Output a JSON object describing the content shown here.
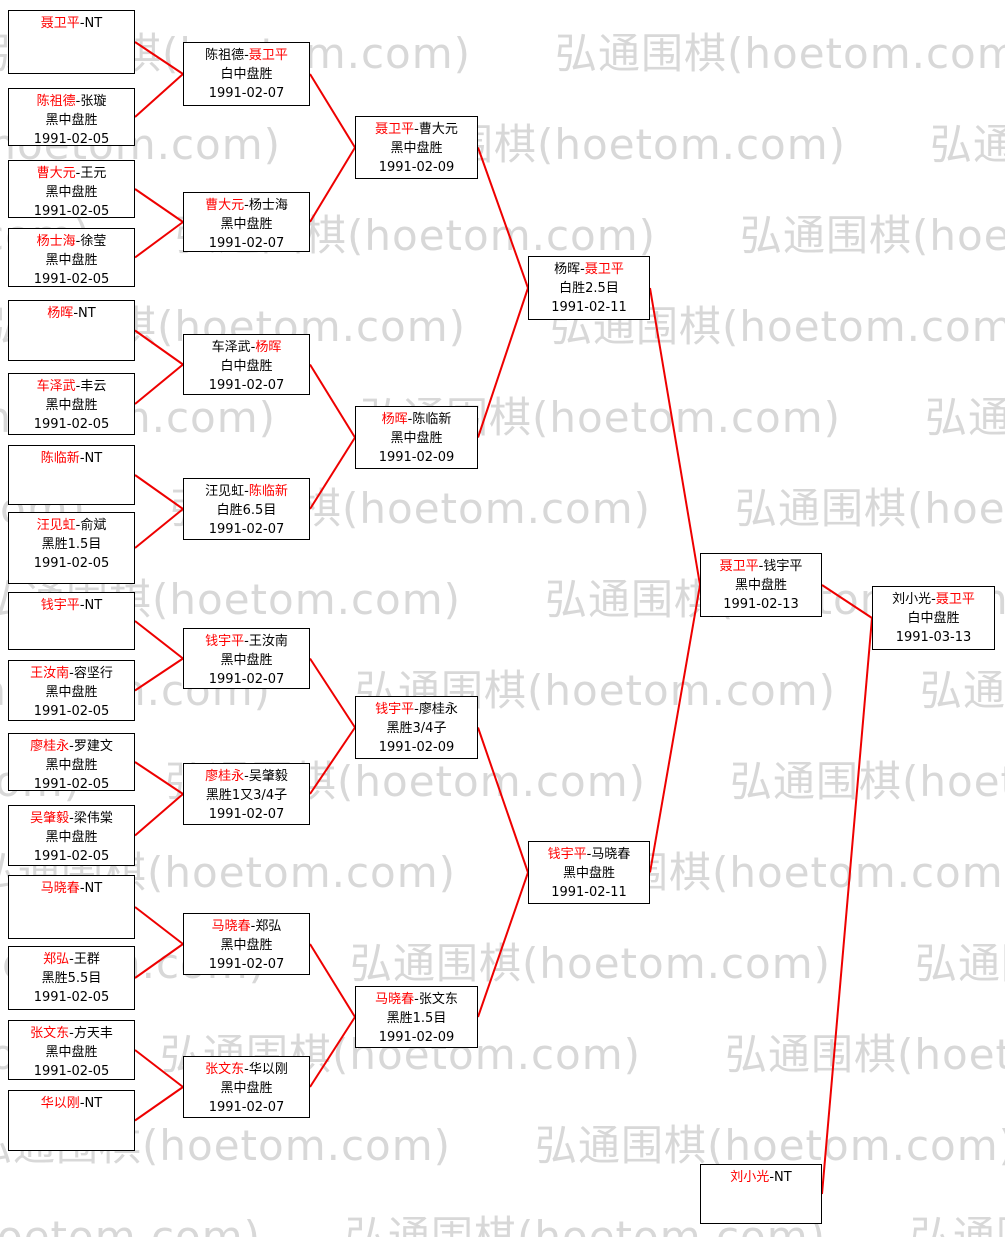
{
  "watermark": {
    "text": "弘通围棋(hoetom.com)"
  },
  "colors": {
    "winner_red": "#ff0000",
    "connector_red": "#ee0000",
    "watermark_gray": "#d8d8d8",
    "box_border": "#000000"
  },
  "bracket": {
    "sep": "-",
    "rounds": [
      {
        "matches": [
          {
            "p1": "聂卫平",
            "p2": "NT",
            "p1w": "1",
            "p2w": "0",
            "result": "",
            "date": ""
          },
          {
            "p1": "陈祖德",
            "p2": "张璇",
            "p1w": "1",
            "p2w": "0",
            "result": "黑中盘胜",
            "date": "1991-02-05"
          },
          {
            "p1": "曹大元",
            "p2": "王元",
            "p1w": "1",
            "p2w": "0",
            "result": "黑中盘胜",
            "date": "1991-02-05"
          },
          {
            "p1": "杨士海",
            "p2": "徐莹",
            "p1w": "1",
            "p2w": "0",
            "result": "黑中盘胜",
            "date": "1991-02-05"
          },
          {
            "p1": "杨晖",
            "p2": "NT",
            "p1w": "1",
            "p2w": "0",
            "result": "",
            "date": ""
          },
          {
            "p1": "车泽武",
            "p2": "丰云",
            "p1w": "1",
            "p2w": "0",
            "result": "黑中盘胜",
            "date": "1991-02-05"
          },
          {
            "p1": "陈临新",
            "p2": "NT",
            "p1w": "1",
            "p2w": "0",
            "result": "",
            "date": ""
          },
          {
            "p1": "汪见虹",
            "p2": "俞斌",
            "p1w": "1",
            "p2w": "0",
            "result": "黑胜1.5目",
            "date": "1991-02-05"
          },
          {
            "p1": "钱宇平",
            "p2": "NT",
            "p1w": "1",
            "p2w": "0",
            "result": "",
            "date": ""
          },
          {
            "p1": "王汝南",
            "p2": "容坚行",
            "p1w": "1",
            "p2w": "0",
            "result": "黑中盘胜",
            "date": "1991-02-05"
          },
          {
            "p1": "廖桂永",
            "p2": "罗建文",
            "p1w": "1",
            "p2w": "0",
            "result": "黑中盘胜",
            "date": "1991-02-05"
          },
          {
            "p1": "吴肇毅",
            "p2": "梁伟棠",
            "p1w": "1",
            "p2w": "0",
            "result": "黑中盘胜",
            "date": "1991-02-05"
          },
          {
            "p1": "马晓春",
            "p2": "NT",
            "p1w": "1",
            "p2w": "0",
            "result": "",
            "date": ""
          },
          {
            "p1": "郑弘",
            "p2": "王群",
            "p1w": "1",
            "p2w": "0",
            "result": "黑胜5.5目",
            "date": "1991-02-05"
          },
          {
            "p1": "张文东",
            "p2": "方天丰",
            "p1w": "1",
            "p2w": "0",
            "result": "黑中盘胜",
            "date": "1991-02-05"
          },
          {
            "p1": "华以刚",
            "p2": "NT",
            "p1w": "1",
            "p2w": "0",
            "result": "",
            "date": ""
          }
        ]
      },
      {
        "matches": [
          {
            "p1": "陈祖德",
            "p2": "聂卫平",
            "p1w": "0",
            "p2w": "1",
            "result": "白中盘胜",
            "date": "1991-02-07"
          },
          {
            "p1": "曹大元",
            "p2": "杨士海",
            "p1w": "1",
            "p2w": "0",
            "result": "黑中盘胜",
            "date": "1991-02-07"
          },
          {
            "p1": "车泽武",
            "p2": "杨晖",
            "p1w": "0",
            "p2w": "1",
            "result": "白中盘胜",
            "date": "1991-02-07"
          },
          {
            "p1": "汪见虹",
            "p2": "陈临新",
            "p1w": "0",
            "p2w": "1",
            "result": "白胜6.5目",
            "date": "1991-02-07"
          },
          {
            "p1": "钱宇平",
            "p2": "王汝南",
            "p1w": "1",
            "p2w": "0",
            "result": "黑中盘胜",
            "date": "1991-02-07"
          },
          {
            "p1": "廖桂永",
            "p2": "吴肇毅",
            "p1w": "1",
            "p2w": "0",
            "result": "黑胜1又3/4子",
            "date": "1991-02-07"
          },
          {
            "p1": "马晓春",
            "p2": "郑弘",
            "p1w": "1",
            "p2w": "0",
            "result": "黑中盘胜",
            "date": "1991-02-07"
          },
          {
            "p1": "张文东",
            "p2": "华以刚",
            "p1w": "1",
            "p2w": "0",
            "result": "黑中盘胜",
            "date": "1991-02-07"
          }
        ]
      },
      {
        "matches": [
          {
            "p1": "聂卫平",
            "p2": "曹大元",
            "p1w": "1",
            "p2w": "0",
            "result": "黑中盘胜",
            "date": "1991-02-09"
          },
          {
            "p1": "杨晖",
            "p2": "陈临新",
            "p1w": "1",
            "p2w": "0",
            "result": "黑中盘胜",
            "date": "1991-02-09"
          },
          {
            "p1": "钱宇平",
            "p2": "廖桂永",
            "p1w": "1",
            "p2w": "0",
            "result": "黑胜3/4子",
            "date": "1991-02-09"
          },
          {
            "p1": "马晓春",
            "p2": "张文东",
            "p1w": "1",
            "p2w": "0",
            "result": "黑胜1.5目",
            "date": "1991-02-09"
          }
        ]
      },
      {
        "matches": [
          {
            "p1": "杨晖",
            "p2": "聂卫平",
            "p1w": "0",
            "p2w": "1",
            "result": "白胜2.5目",
            "date": "1991-02-11"
          },
          {
            "p1": "钱宇平",
            "p2": "马晓春",
            "p1w": "1",
            "p2w": "0",
            "result": "黑中盘胜",
            "date": "1991-02-11"
          }
        ]
      },
      {
        "matches": [
          {
            "p1": "聂卫平",
            "p2": "钱宇平",
            "p1w": "1",
            "p2w": "0",
            "result": "黑中盘胜",
            "date": "1991-02-13"
          },
          {
            "p1": "刘小光",
            "p2": "NT",
            "p1w": "1",
            "p2w": "0",
            "result": "",
            "date": ""
          }
        ]
      },
      {
        "matches": [
          {
            "p1": "刘小光",
            "p2": "聂卫平",
            "p1w": "0",
            "p2w": "1",
            "result": "白中盘胜",
            "date": "1991-03-13"
          }
        ]
      }
    ]
  }
}
